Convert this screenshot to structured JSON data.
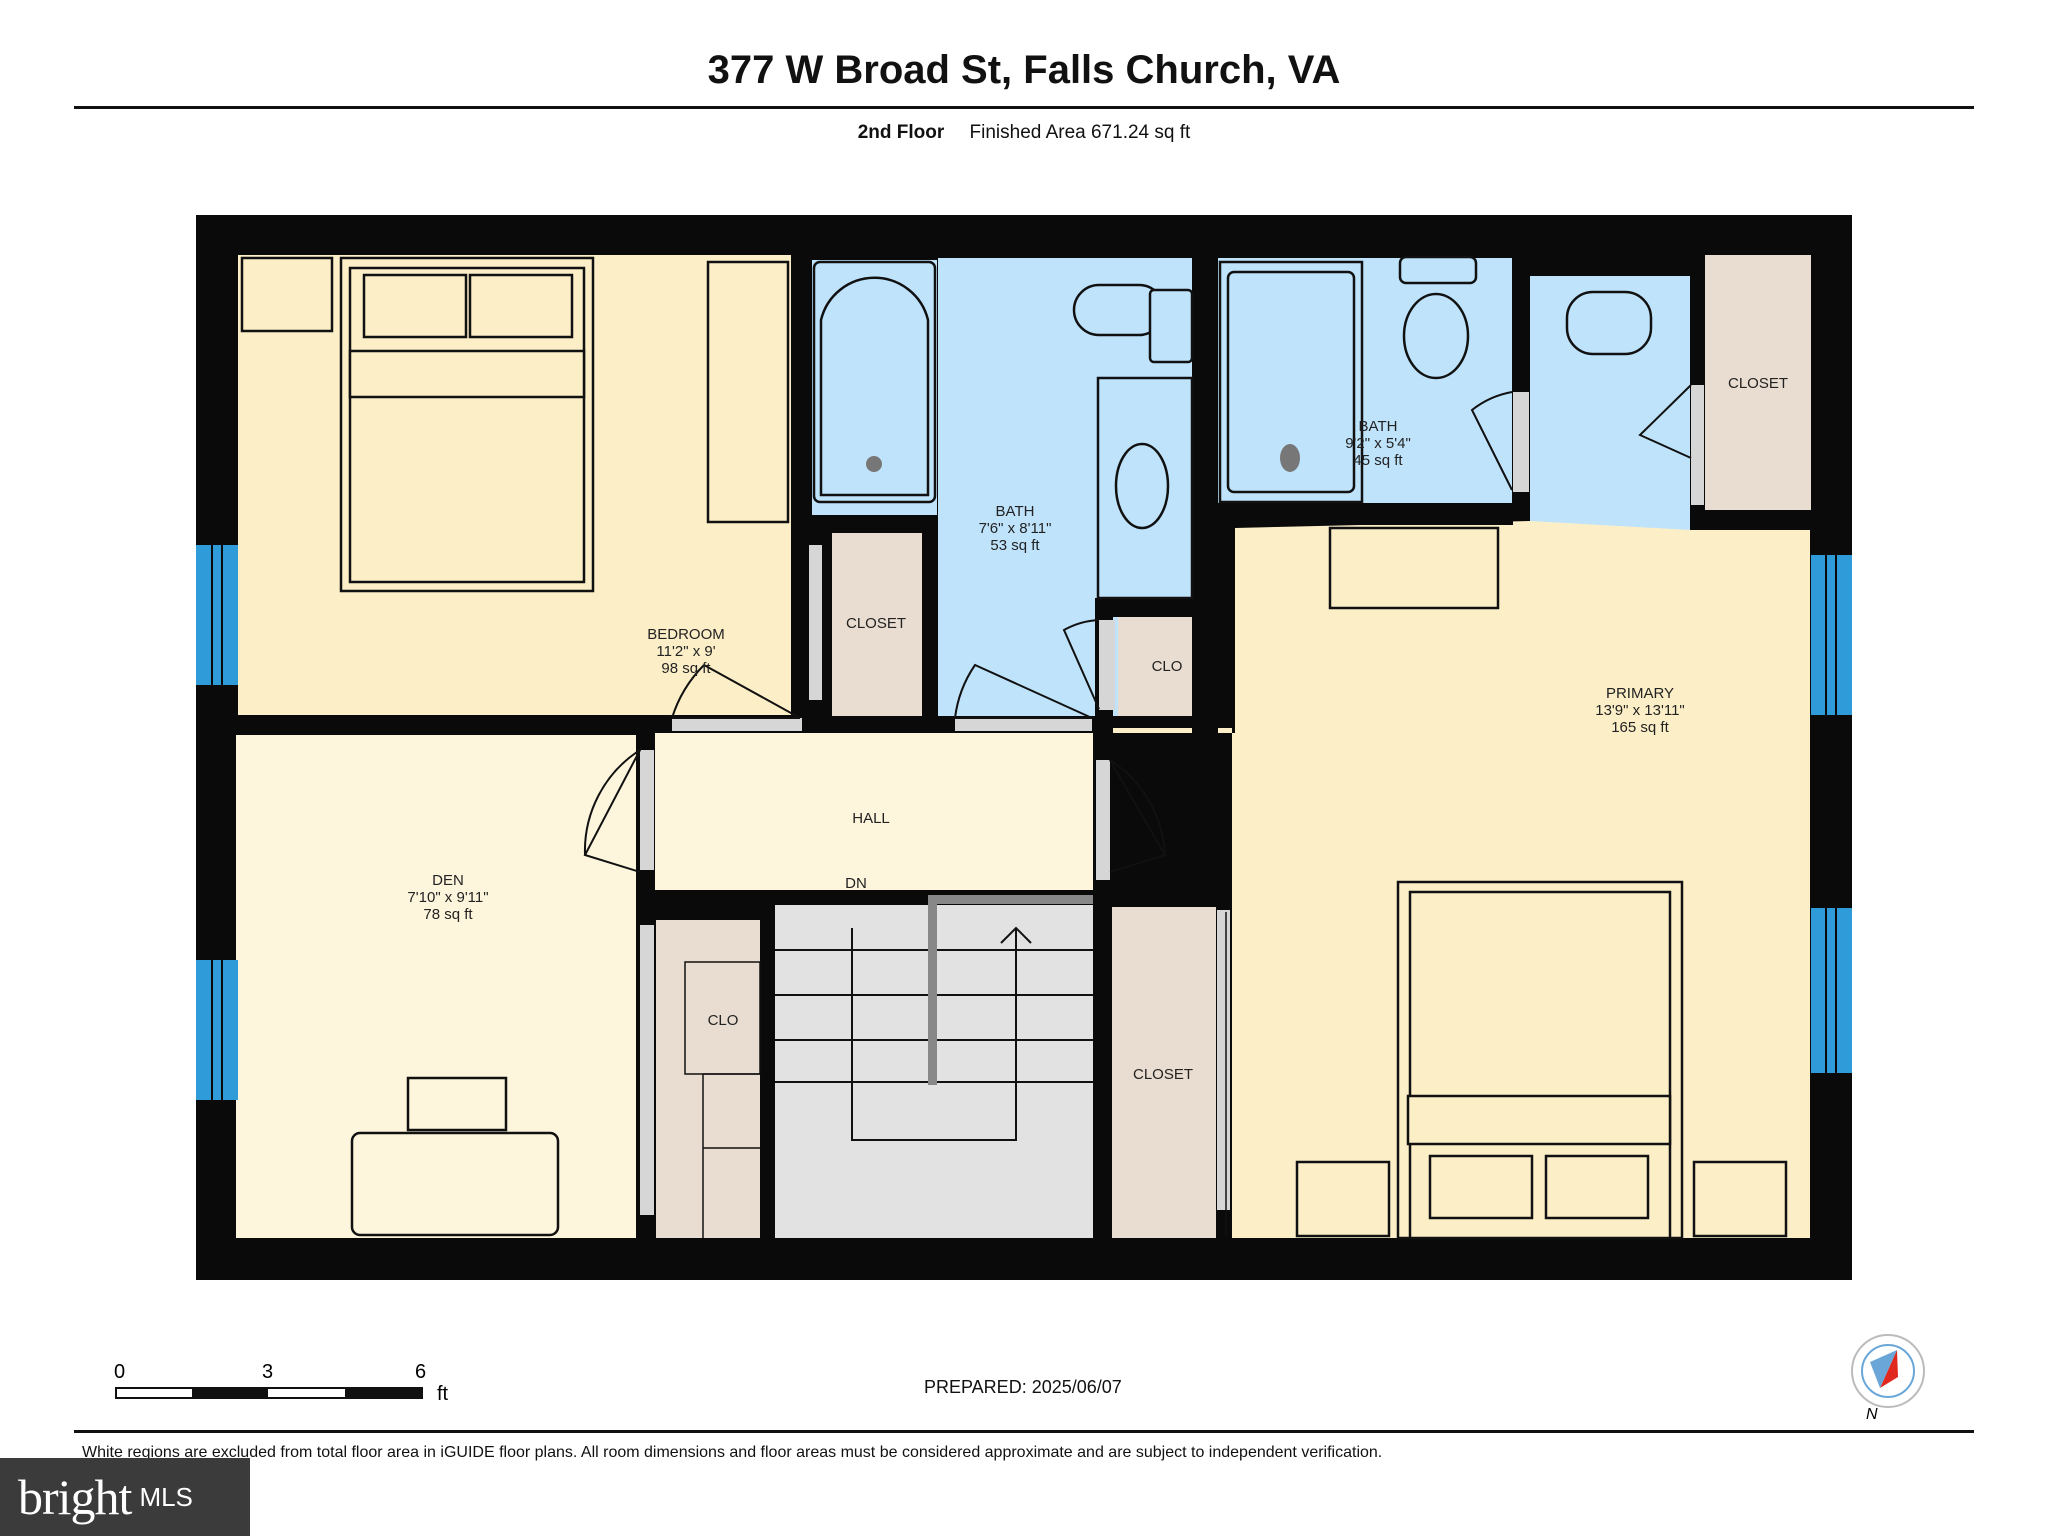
{
  "header": {
    "address": "377 W Broad St, Falls Church, VA",
    "floor": "2nd Floor",
    "finished_area": "Finished Area 671.24 sq ft"
  },
  "rooms": {
    "bedroom": {
      "name": "BEDROOM",
      "dims": "11'2\" x 9'",
      "area": "98 sq ft"
    },
    "bath1": {
      "name": "BATH",
      "dims": "7'6\" x 8'11\"",
      "area": "53 sq ft"
    },
    "bath2": {
      "name": "BATH",
      "dims": "9'2\" x 5'4\"",
      "area": "45 sq ft"
    },
    "primary": {
      "name": "PRIMARY",
      "dims": "13'9\" x 13'11\"",
      "area": "165 sq ft"
    },
    "den": {
      "name": "DEN",
      "dims": "7'10\" x 9'11\"",
      "area": "78 sq ft"
    },
    "hall": {
      "name": "HALL"
    },
    "stairs": {
      "name": "DN"
    },
    "closet_bedroom": {
      "name": "CLOSET"
    },
    "closet_primary_top": {
      "name": "CLOSET"
    },
    "closet_primary_side": {
      "name": "CLOSET"
    },
    "clo_bath": {
      "name": "CLO"
    },
    "clo_hall": {
      "name": "CLO"
    }
  },
  "scale": {
    "labels": [
      "0",
      "3",
      "6"
    ],
    "unit": "ft"
  },
  "prepared": "PREPARED: 2025/06/07",
  "compass": {
    "label": "N"
  },
  "disclaimer": "White regions are excluded from total floor area in iGUIDE floor plans. All room dimensions and floor areas must be considered approximate and are subject to independent verification.",
  "logo": {
    "brand": "bright",
    "suffix": "MLS"
  },
  "colors": {
    "wall": "#0a0a0a",
    "bedroom_fill": "#fcefc8",
    "den_fill": "#fdf5dc",
    "bath_fill": "#bfe3fb",
    "closet_fill": "#e8ddd0",
    "stairs_fill": "#e2e2e2",
    "window": "#2f9bd8"
  }
}
